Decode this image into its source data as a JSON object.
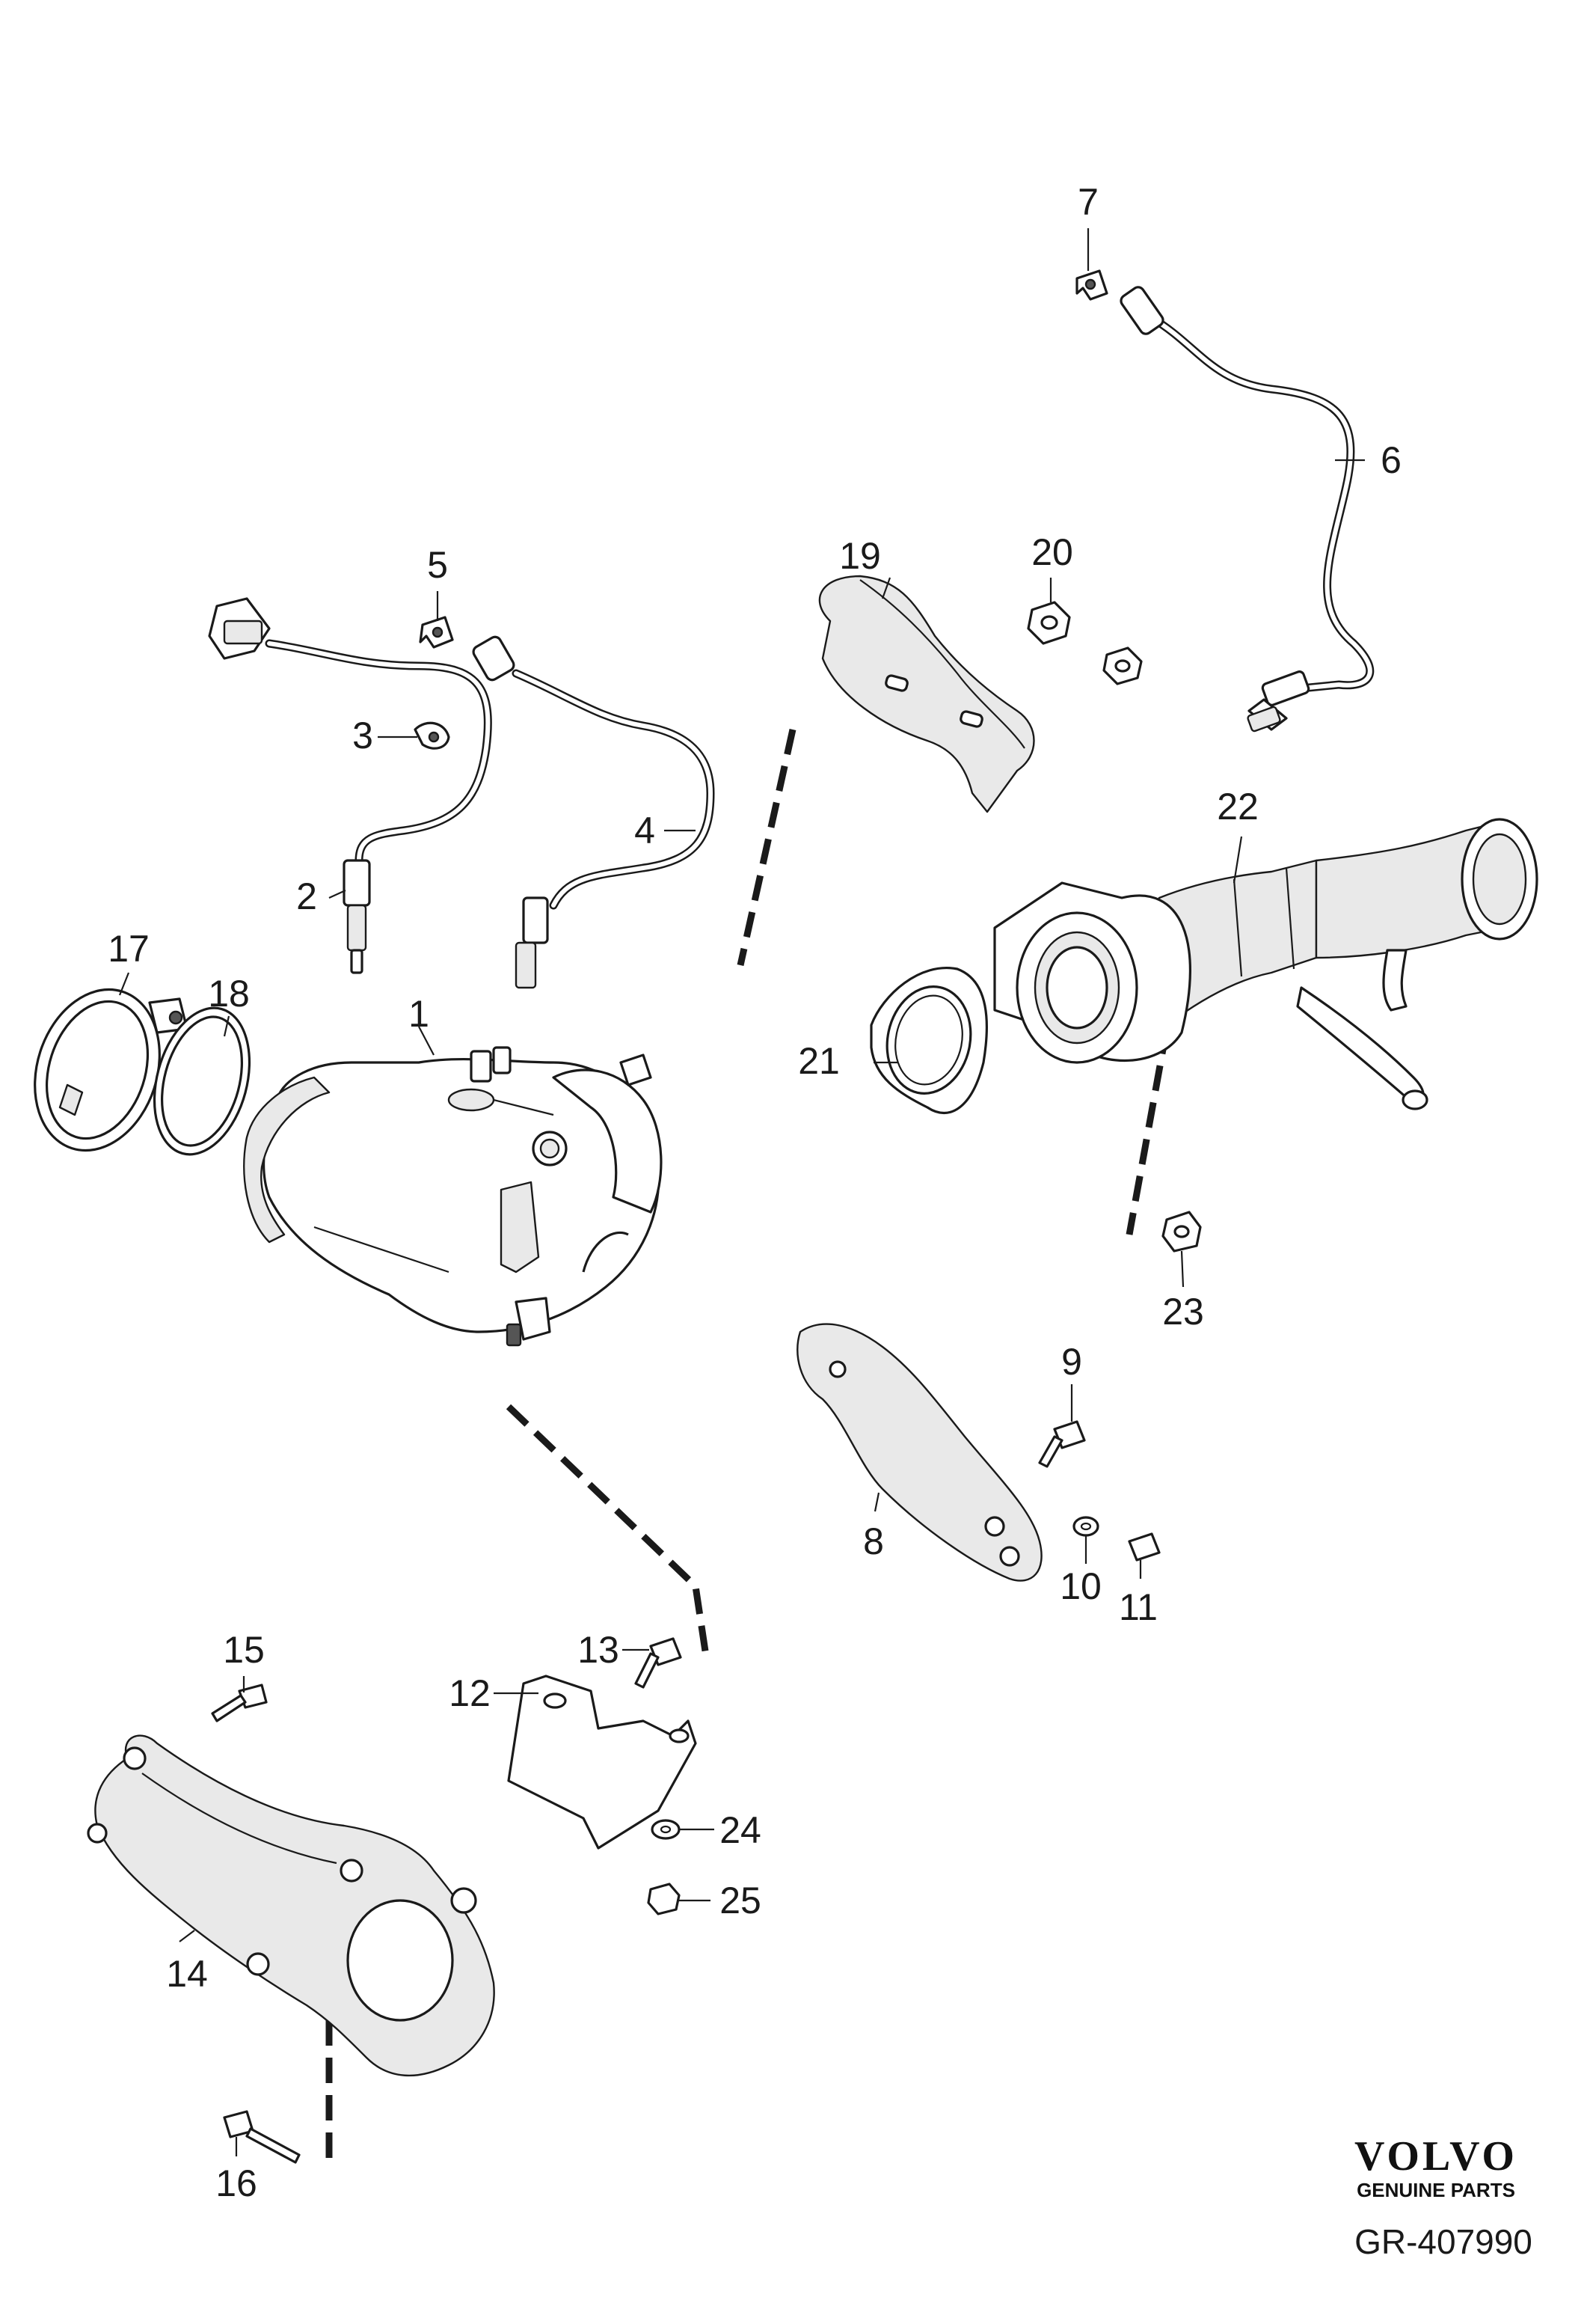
{
  "diagram": {
    "part_numbers": {
      "p1": "1",
      "p2": "2",
      "p3": "3",
      "p4": "4",
      "p5": "5",
      "p6": "6",
      "p7": "7",
      "p8": "8",
      "p9": "9",
      "p10": "10",
      "p11": "11",
      "p12": "12",
      "p13": "13",
      "p14": "14",
      "p15": "15",
      "p16": "16",
      "p17": "17",
      "p18": "18",
      "p19": "19",
      "p20": "20",
      "p21": "21",
      "p22": "22",
      "p23": "23",
      "p24": "24",
      "p25": "25"
    },
    "brand": {
      "name": "VOLVO",
      "tagline": "GENUINE PARTS"
    },
    "reference_code": "GR-407990"
  }
}
